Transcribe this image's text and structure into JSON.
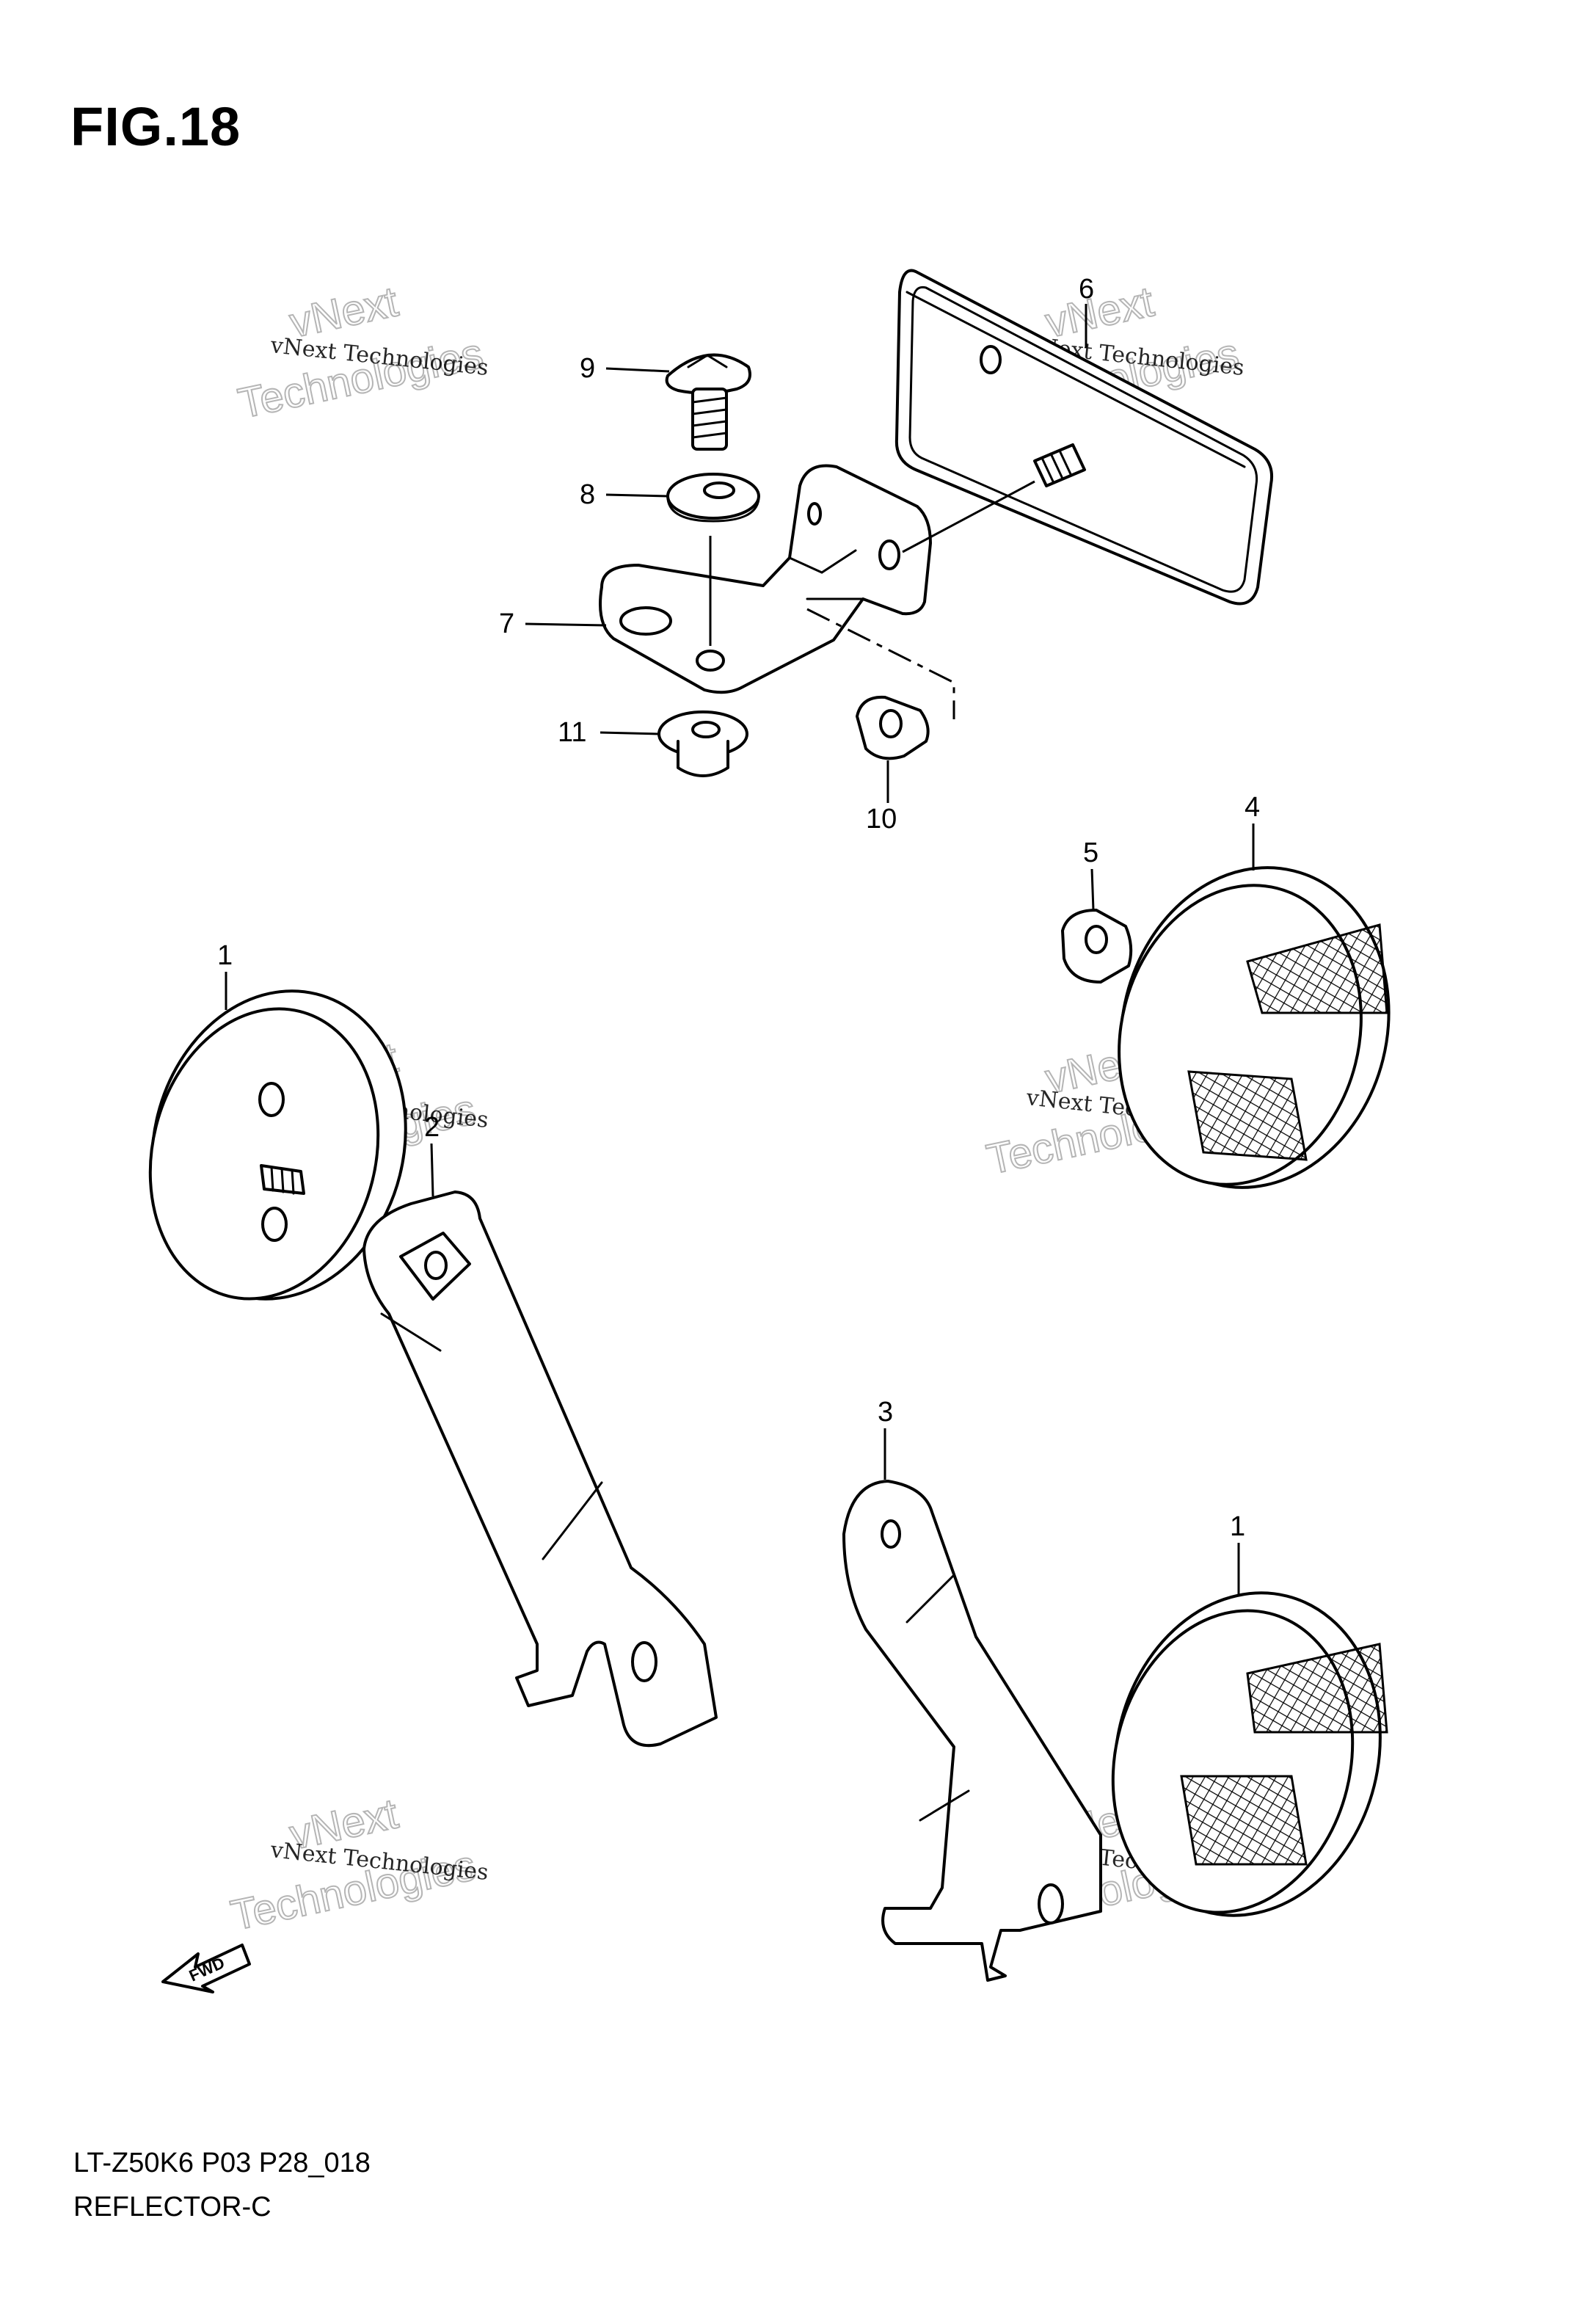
{
  "figure": {
    "title": "FIG.18",
    "diagram_code": "LT-Z50K6 P03 P28_018",
    "diagram_name": "REFLECTOR-C"
  },
  "callouts": [
    "1",
    "1",
    "2",
    "3",
    "4",
    "5",
    "6",
    "7",
    "8",
    "9",
    "10",
    "11"
  ],
  "watermark": {
    "line1": "vNext Technologies",
    "line2": "Technologies",
    "line3": "vNext"
  },
  "fwd_label": "FWD"
}
